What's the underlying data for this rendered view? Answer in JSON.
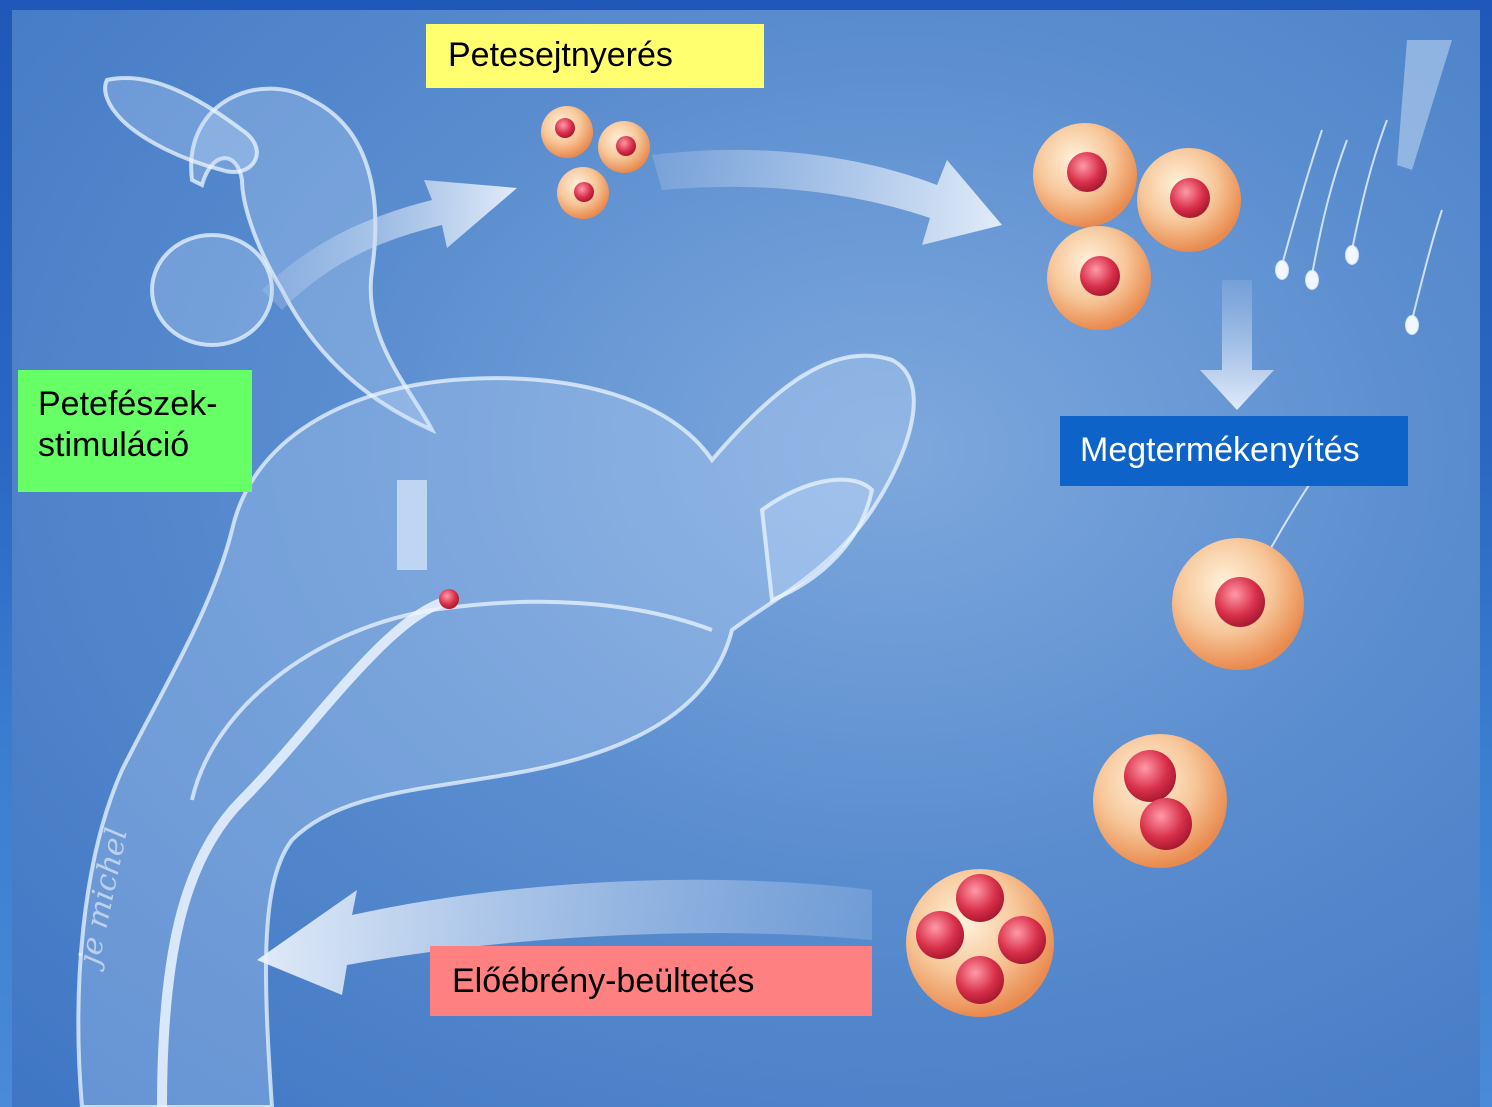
{
  "labels": {
    "retrieval": "Petesejtnyerés",
    "stimulation_line1": "Petefészek-",
    "stimulation_line2": "stimuláció",
    "fertilization": "Megtermékenyítés",
    "transfer": "Előébrény-beültetés"
  },
  "illustration": {
    "signature": "je michel"
  },
  "colors": {
    "slide_background": "#1f58b8",
    "retrieval_box": "#ffff70",
    "stimulation_box": "#66ff66",
    "fertilization_box": "#0d63c8",
    "transfer_box": "#ff8080",
    "egg_fill": "#f7c79a",
    "nucleus": "#d9304a"
  }
}
